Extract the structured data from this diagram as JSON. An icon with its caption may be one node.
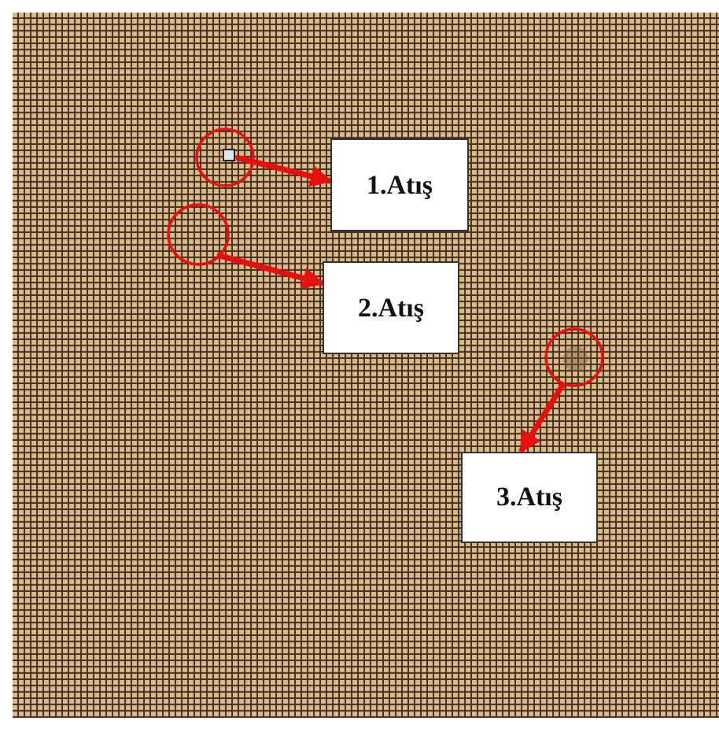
{
  "diagram": {
    "nodes": [
      {
        "text": [],
        "shape": "circle"
      },
      {
        "text": [
          "1.Atış"
        ]
      },
      {
        "text": [],
        "shape": "circle"
      },
      {
        "text": [
          "2.Atış"
        ]
      },
      {
        "text": [],
        "shape": "circle"
      },
      {
        "text": [
          "3.Atış"
        ]
      }
    ],
    "edges": [
      {
        "from": 0,
        "to": 1,
        "arrow": "to"
      },
      {
        "from": 2,
        "to": 3,
        "arrow": "to"
      },
      {
        "from": 4,
        "to": 5,
        "arrow": "to"
      }
    ]
  }
}
